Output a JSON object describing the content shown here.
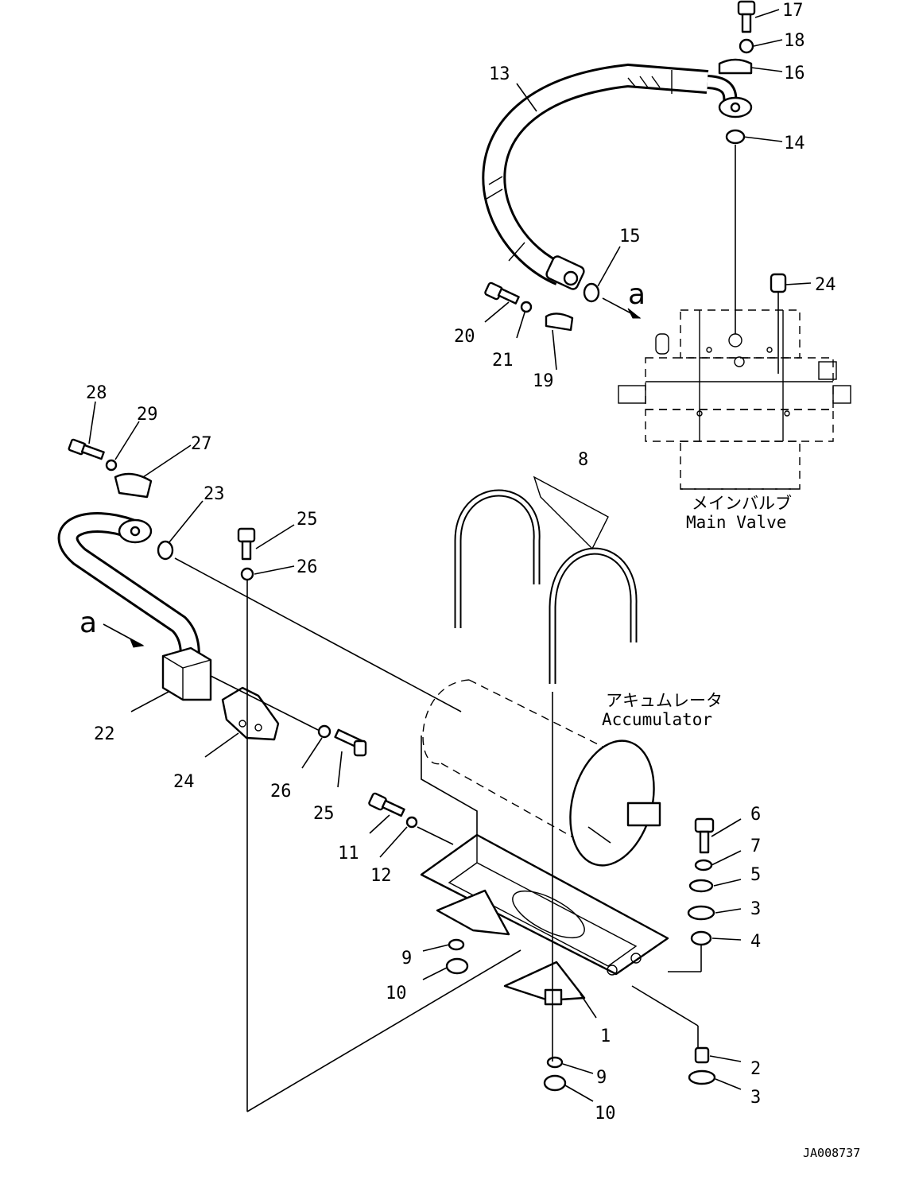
{
  "labels": {
    "p1": "1",
    "p2": "2",
    "p3a": "3",
    "p3b": "3",
    "p4": "4",
    "p5": "5",
    "p6": "6",
    "p7": "7",
    "p8": "8",
    "p9a": "9",
    "p9b": "9",
    "p10a": "10",
    "p10b": "10",
    "p11": "11",
    "p12": "12",
    "p13": "13",
    "p14": "14",
    "p15": "15",
    "p16": "16",
    "p17": "17",
    "p18": "18",
    "p19": "19",
    "p20": "20",
    "p21": "21",
    "p22": "22",
    "p23": "23",
    "p24a": "24",
    "p24b": "24",
    "p25a": "25",
    "p25b": "25",
    "p26a": "26",
    "p26b": "26",
    "p27": "27",
    "p28": "28",
    "p29": "29"
  },
  "captions": {
    "main_valve_jp": "メインバルブ",
    "main_valve_en": "Main Valve",
    "accumulator_jp": "アキュムレータ",
    "accumulator_en": "Accumulator"
  },
  "connection_marks": {
    "a_top": "a",
    "a_left": "a"
  },
  "drawing_code": "JA008737"
}
